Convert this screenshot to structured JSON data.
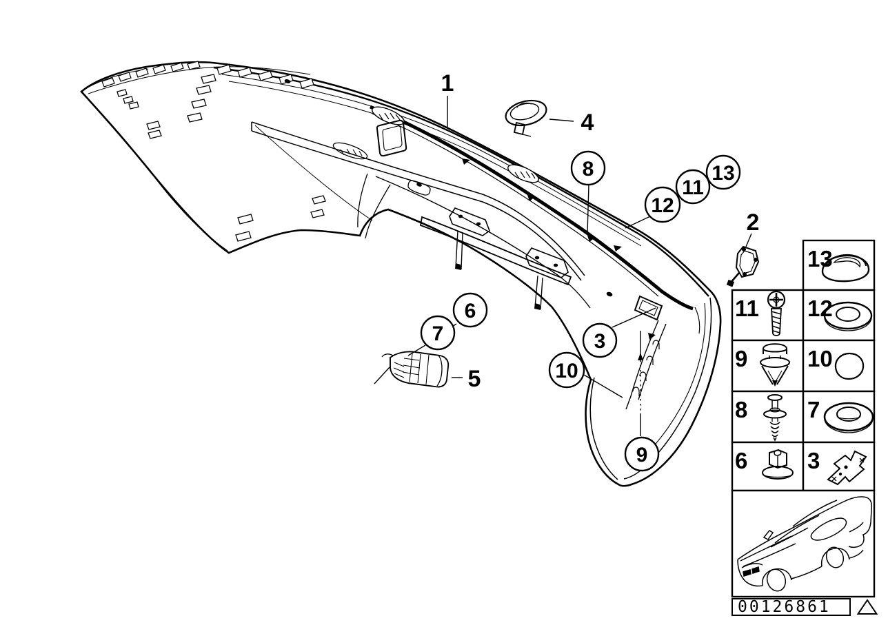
{
  "page": {
    "background": "#ffffff",
    "ink": "#000000",
    "kind": "parts-catalog-diagram",
    "subject": "rear bumper trim panel"
  },
  "callouts": {
    "n1": "1",
    "n2": "2",
    "n3": "3",
    "n4": "4",
    "n5": "5",
    "n6": "6",
    "n7": "7",
    "n8": "8",
    "n9": "9",
    "n10": "10",
    "n11": "11",
    "n12": "12",
    "n13": "13"
  },
  "legend": {
    "cells": [
      {
        "num": "13",
        "icon": "cover-cap-icon"
      },
      {
        "num": "11",
        "icon": "screw-icon"
      },
      {
        "num": "12",
        "icon": "washer-icon"
      },
      {
        "num": "9",
        "icon": "pin-rivet-icon"
      },
      {
        "num": "10",
        "icon": "round-cap-icon"
      },
      {
        "num": "8",
        "icon": "expansion-rivet-icon"
      },
      {
        "num": "7",
        "icon": "grommet-icon"
      },
      {
        "num": "6",
        "icon": "spacer-nut-icon"
      },
      {
        "num": "3",
        "icon": "retaining-clip-icon"
      }
    ]
  },
  "thumbnail": {
    "icon": "car-silhouette-icon"
  },
  "footer": {
    "plate_number": "00126861",
    "warning_icon": "warning-triangle-icon"
  }
}
